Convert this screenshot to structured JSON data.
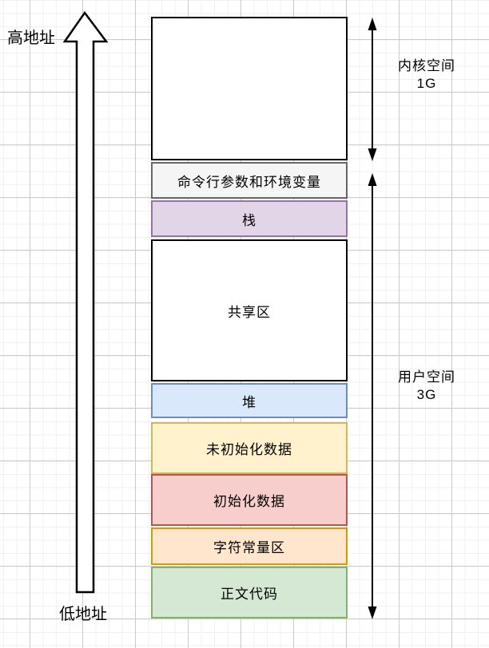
{
  "diagram": {
    "kind": "process-memory-layout",
    "axis": {
      "high_address_label": "高地址",
      "low_address_label": "低地址",
      "arrow_color": "#000000"
    },
    "segments": [
      {
        "id": "kernel-space",
        "label": "",
        "fill": "#ffffff",
        "stroke": "#000000"
      },
      {
        "id": "cmdline-env",
        "label": "命令行参数和环境变量",
        "fill": "#f5f5f5",
        "stroke": "#666666"
      },
      {
        "id": "stack",
        "label": "栈",
        "fill": "#e1d5e7",
        "stroke": "#9673a6"
      },
      {
        "id": "shared-area",
        "label": "共享区",
        "fill": "#ffffff",
        "stroke": "#000000"
      },
      {
        "id": "heap",
        "label": "堆",
        "fill": "#dae8fc",
        "stroke": "#6c8ebf"
      },
      {
        "id": "uninitialized-data",
        "label": "未初始化数据",
        "fill": "#fff2cc",
        "stroke": "#d6b656"
      },
      {
        "id": "initialized-data",
        "label": "初始化数据",
        "fill": "#f8cecc",
        "stroke": "#b85450"
      },
      {
        "id": "string-constants",
        "label": "字符常量区",
        "fill": "#ffe6cc",
        "stroke": "#d79b00"
      },
      {
        "id": "text-code",
        "label": "正文代码",
        "fill": "#d5e8d4",
        "stroke": "#82b366"
      }
    ],
    "ranges": [
      {
        "id": "kernel-space-range",
        "line1": "内核空间",
        "line2": "1G"
      },
      {
        "id": "user-space-range",
        "line1": "用户空间",
        "line2": "3G"
      }
    ]
  }
}
